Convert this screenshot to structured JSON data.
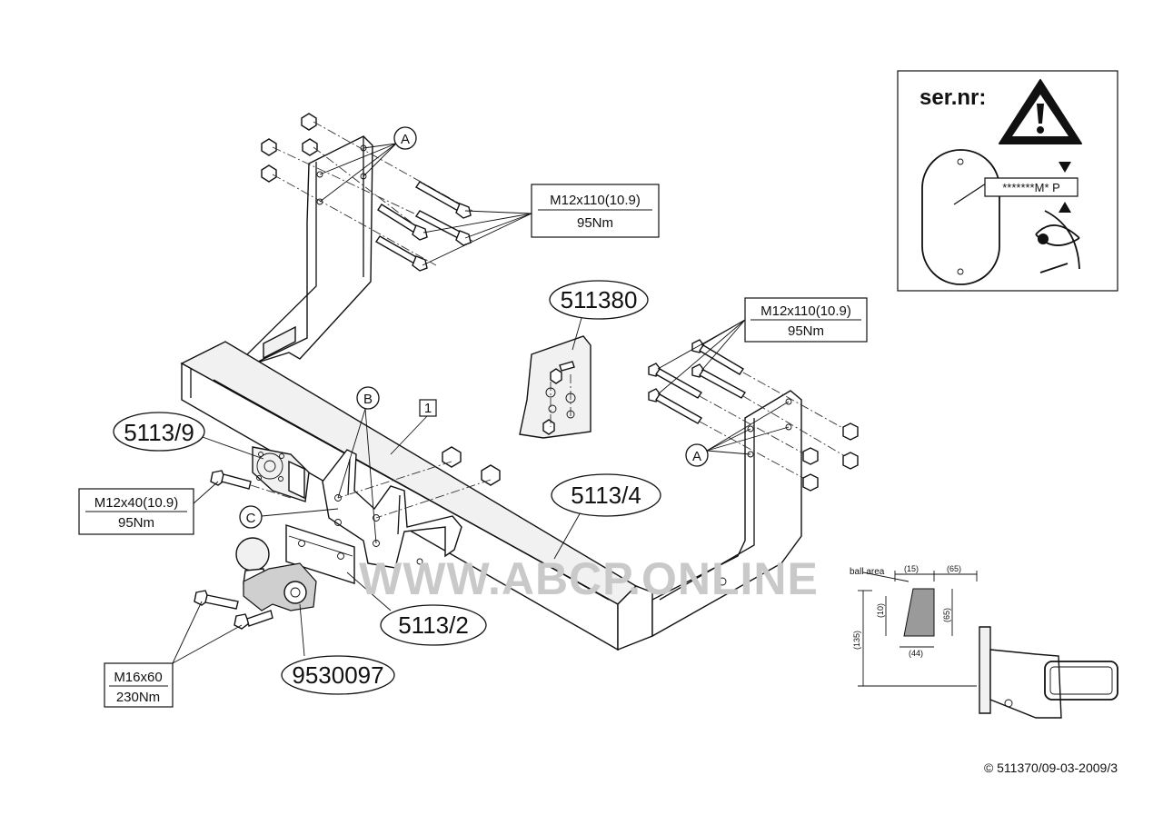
{
  "callouts": {
    "letter_a_top": "A",
    "letter_a_right": "A",
    "letter_b": "B",
    "letter_c": "C",
    "item_number": "1"
  },
  "part_numbers": {
    "electrical_kit": "511380",
    "socket_plate": "5113/9",
    "tow_bar_main": "5113/4",
    "ball_flange": "5113/2",
    "tow_ball": "9530097"
  },
  "bolt_specs": {
    "top_left": {
      "size": "M12x110(10.9)",
      "torque": "95Nm"
    },
    "right": {
      "size": "M12x110(10.9)",
      "torque": "95Nm"
    },
    "socket": {
      "size": "M12x40(10.9)",
      "torque": "95Nm"
    },
    "ball": {
      "size": "M16x60",
      "torque": "230Nm"
    }
  },
  "serial_panel": {
    "label": "ser.nr:",
    "plate_code": "*******M* P"
  },
  "ball_area": {
    "label": "ball area",
    "dims": [
      "(15)",
      "(65)",
      "(10)",
      "(65)",
      "(135)",
      "(44)"
    ]
  },
  "watermark": "WWW.ABCP.ONLINE",
  "copyright": "© 511370/09-03-2009/3"
}
